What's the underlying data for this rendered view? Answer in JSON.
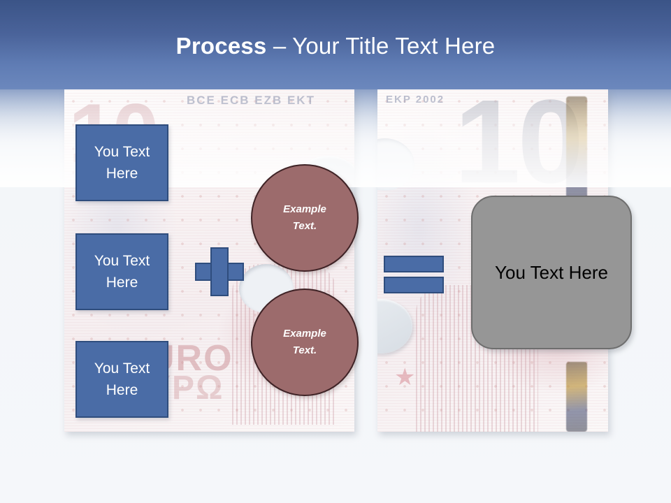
{
  "slide": {
    "title_bold": "Process",
    "title_rest": " – Your Title Text Here",
    "colors": {
      "title_bar_top": "#3b5487",
      "title_bar_bottom": "#6c88bd",
      "box_blue_fill": "#4a6ca6",
      "box_blue_border": "#2f4d7d",
      "circle_fill": "#9c6b6c",
      "circle_border": "#3f2326",
      "result_fill": "#969696",
      "result_border": "#6e6e6e",
      "slide_background": "#f5f7fa"
    }
  },
  "inputs": [
    {
      "label": "You Text Here"
    },
    {
      "label": "You Text Here"
    },
    {
      "label": "You Text Here"
    }
  ],
  "operators": {
    "plus": "+",
    "equals": "="
  },
  "circles": [
    {
      "line1": "Example",
      "line2": "Text."
    },
    {
      "line1": "Example",
      "line2": "Text."
    }
  ],
  "result": {
    "label": "You Text Here"
  },
  "background": {
    "banknote_texts": {
      "ecb_line": "BCE ECB EZB EKT",
      "ekp_year": "EKP 2002",
      "denomination": "10",
      "euro_latin": "URO",
      "euro_greek": "YPΩ"
    }
  }
}
